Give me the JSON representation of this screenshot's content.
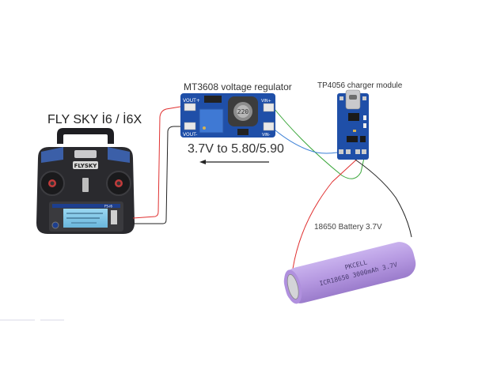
{
  "components": {
    "transmitter": {
      "label": "FLY SKY İ6 / İ6X",
      "brand_text": "FLYSKY",
      "model_text": "FS-i6"
    },
    "regulator": {
      "label": "MT3608 voltage regulator",
      "inductor_text": "220",
      "pins": {
        "vout_plus": "VOUT+",
        "vout_minus": "VOUT-",
        "vin_plus": "VIN+",
        "vin_minus": "VIN-"
      }
    },
    "charger": {
      "label": "TP4056  charger module"
    },
    "battery": {
      "label": "18650 Battery 3.7V",
      "print_line1": "PKCELL",
      "print_line2": "ICR18650 3000mAh 3.7V"
    }
  },
  "annotations": {
    "voltage_range": "3.7V to 5.80/5.90",
    "arrow_direction": "left"
  },
  "wires": [
    {
      "from": "regulator.VOUT+",
      "to": "transmitter",
      "color": "#e03030"
    },
    {
      "from": "regulator.VOUT-",
      "to": "transmitter",
      "color": "#222222"
    },
    {
      "from": "regulator.VIN+",
      "to": "charger.OUT+",
      "color": "#3aa63a"
    },
    {
      "from": "regulator.VIN-",
      "to": "charger.OUT-",
      "color": "#3a7fd6"
    },
    {
      "from": "charger.B+",
      "to": "battery.+",
      "color": "#e03030"
    },
    {
      "from": "charger.B-",
      "to": "battery.-",
      "color": "#222222"
    }
  ],
  "colors": {
    "pcb_blue": "#1f4fa8",
    "battery_purple": "#b79ae0",
    "transmitter_body": "#2a2a2e",
    "lcd": "#7fc6e6"
  }
}
